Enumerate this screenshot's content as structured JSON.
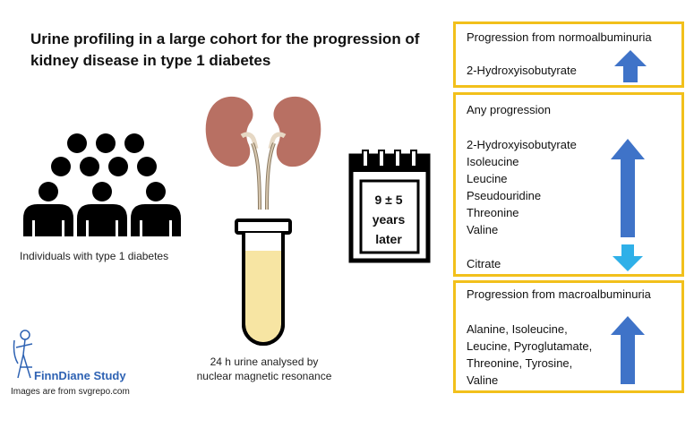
{
  "title": "Urine profiling in a large cohort for the progression of kidney disease in type 1 diabetes",
  "individuals_caption": "Individuals with type 1 diabetes",
  "urine_caption_line1": "24 h urine analysed by",
  "urine_caption_line2": "nuclear magnetic resonance",
  "calendar": {
    "line1": "9 ± 5",
    "line2": "years",
    "line3": "later"
  },
  "study_name": "FinnDiane Study",
  "credit": "Images are from svgrepo.com",
  "panels": {
    "normo": {
      "heading": "Progression from normoalbuminuria",
      "items": [
        "2-Hydroxyisobutyrate"
      ]
    },
    "any": {
      "heading": "Any progression",
      "items_up": [
        "2-Hydroxyisobutyrate",
        "Isoleucine",
        "Leucine",
        "Pseudouridine",
        "Threonine",
        "Valine"
      ],
      "items_down": [
        "Citrate"
      ]
    },
    "macro": {
      "heading": "Progression from macroalbuminuria",
      "items": [
        "Alanine, Isoleucine,",
        "Leucine, Pyroglutamate,",
        "Threonine, Tyrosine,",
        "Valine"
      ]
    }
  },
  "colors": {
    "panel_border": "#f2c01b",
    "arrow_up": "#3f73c8",
    "arrow_down": "#2fb0e8",
    "kidney": "#b87063",
    "urine": "#f7e5a3",
    "people": "#000000",
    "study_text": "#2e62b3"
  }
}
